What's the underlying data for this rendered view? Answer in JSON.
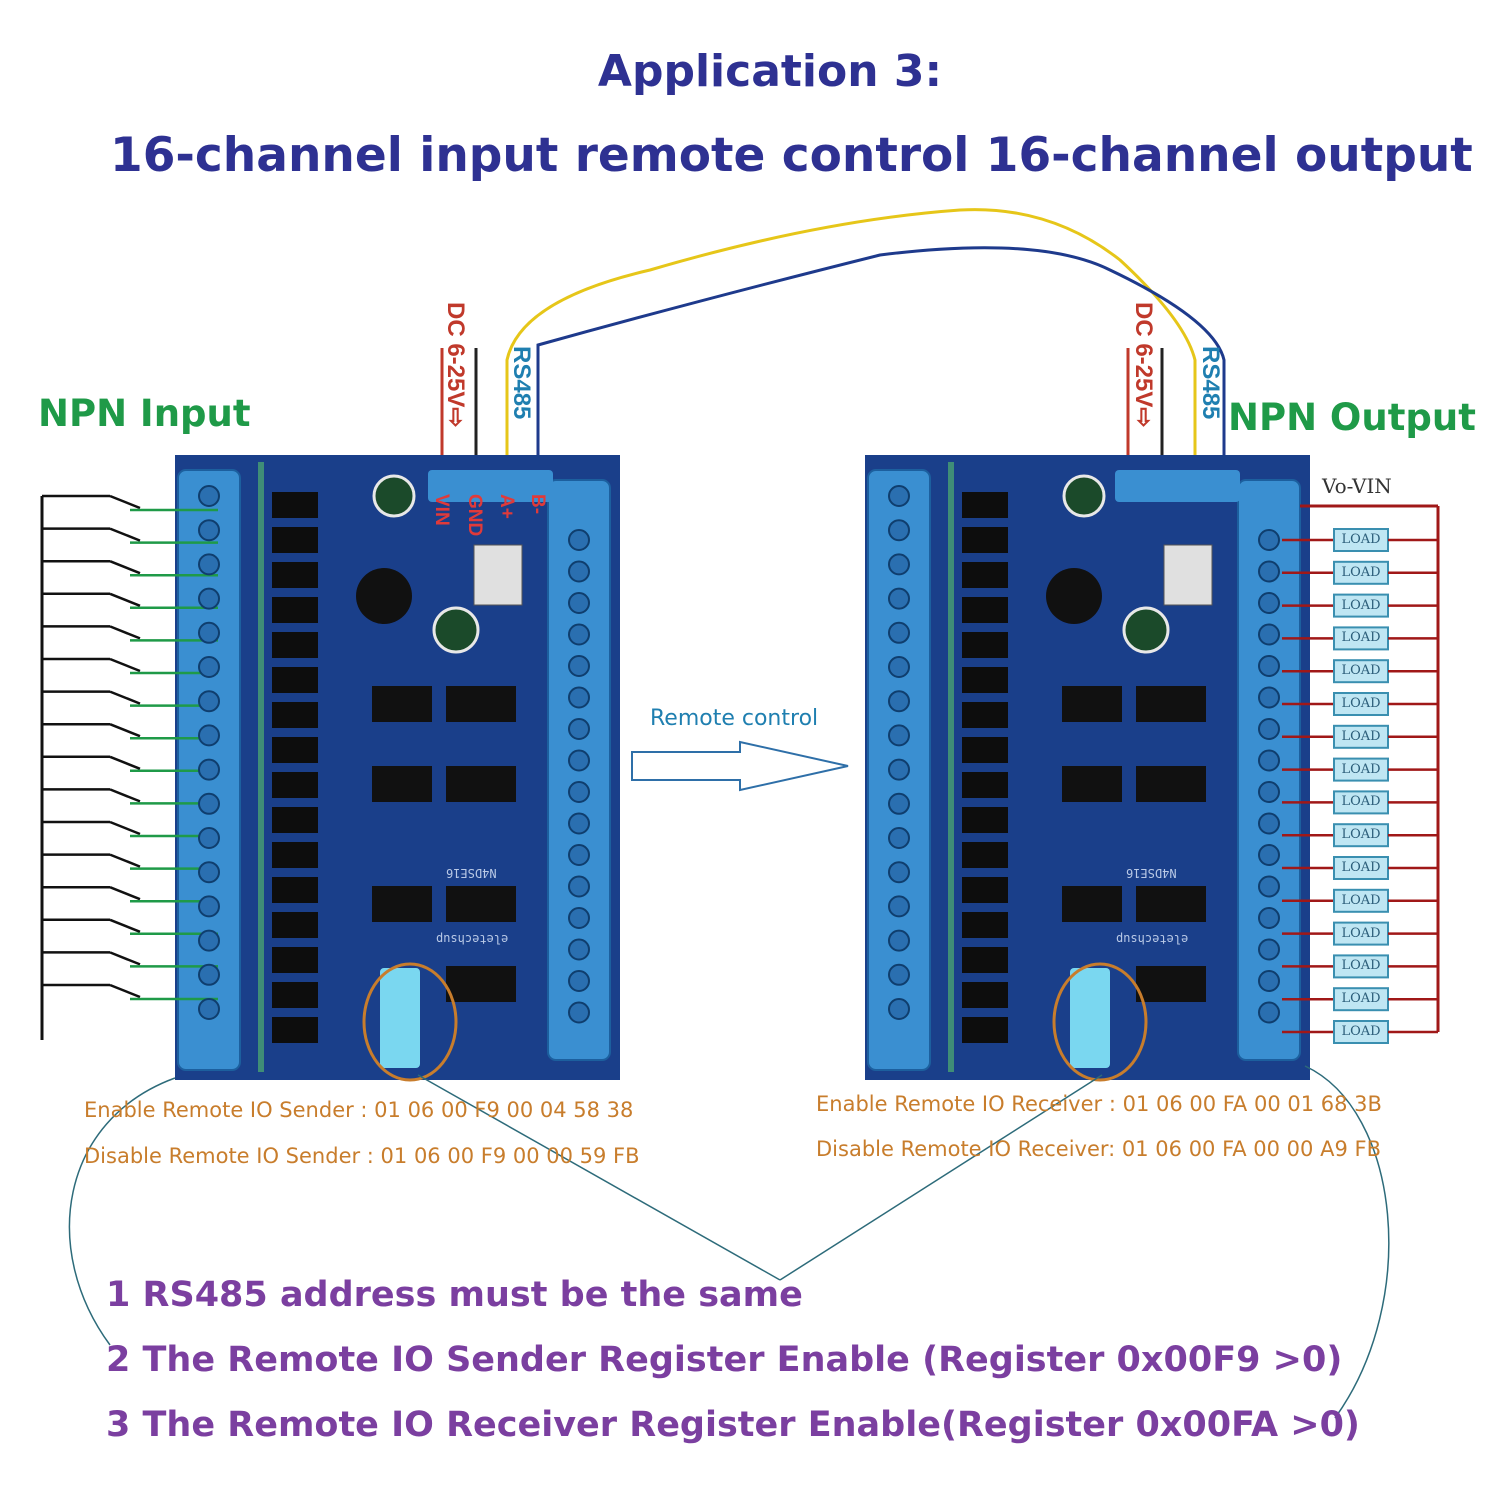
{
  "title": "Application 3:",
  "subtitle": "16-channel input remote control 16-channel output",
  "input_board": {
    "label": "NPN Input",
    "power_label": "DC 6-25V⇨",
    "bus_label": "RS485",
    "terminal_labels": [
      "VIN",
      "GND",
      "A+",
      "B-"
    ],
    "model_text": "N4DSE16",
    "brand_text": "eletechsup",
    "enable_cmd": "Enable Remote IO Sender  : 01 06 00 F9 00 04 58 38",
    "disable_cmd": "Disable Remote IO Sender : 01 06 00 F9 00 00 59 FB"
  },
  "output_board": {
    "label": "NPN Output",
    "power_label": "DC 6-25V⇨",
    "bus_label": "RS485",
    "vo_label": "Vo-VIN",
    "load_label": "LOAD",
    "model_text": "N4DSE16",
    "brand_text": "eletechsup",
    "enable_cmd": "Enable Remote IO Receiver : 01 06 00 FA 00 01 68 3B",
    "disable_cmd": "Disable Remote IO Receiver: 01 06 00 FA 00 00 A9 FB"
  },
  "remote_label": "Remote control",
  "notes": [
    "1 RS485 address must be the same",
    "2 The Remote IO Sender Register Enable  (Register 0x00F9 >0)",
    "3 The Remote IO Receiver Register Enable(Register 0x00FA >0)"
  ],
  "colors": {
    "title": "#2e3192",
    "npn_label": "#1f9a48",
    "command_text": "#c87d2c",
    "notes_text": "#7b3fa0",
    "pcb": "#1a3f8a",
    "terminal_block": "#3a8fd1",
    "wire_a": "#e6c619",
    "wire_b": "#1e3a8c",
    "load_box": "#bfe6f3"
  },
  "channels": 16
}
